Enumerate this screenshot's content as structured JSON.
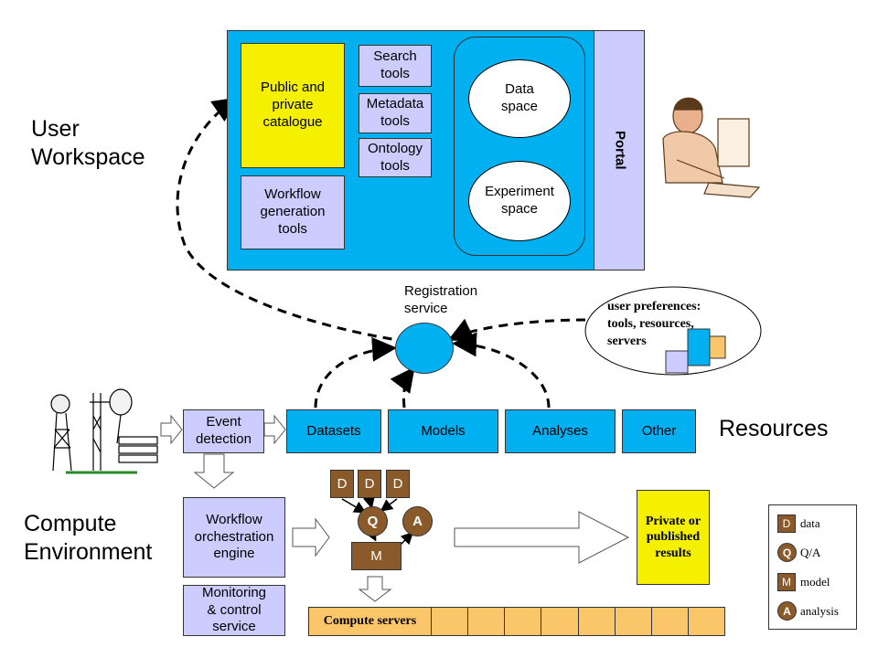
{
  "labels": {
    "user_workspace": "User\nWorkspace",
    "compute_environment": "Compute\nEnvironment",
    "resources": "Resources",
    "registration_service": "Registration\nservice",
    "portal": "Portal"
  },
  "workspace": {
    "catalogue": "Public and\nprivate\ncatalogue",
    "search_tools": "Search\ntools",
    "metadata_tools": "Metadata\ntools",
    "ontology_tools": "Ontology\ntools",
    "workflow_generation_tools": "Workflow\ngeneration\ntools",
    "data_space": "Data\nspace",
    "experiment_space": "Experiment\nspace"
  },
  "user_preferences": "user preferences:\ntools, resources,\nservers",
  "resources": {
    "event_detection": "Event\ndetection",
    "datasets": "Datasets",
    "models": "Models",
    "analyses": "Analyses",
    "other": "Other"
  },
  "compute": {
    "workflow_engine": "Workflow\norchestration\nengine",
    "monitoring": "Monitoring\n& control\nservice",
    "results": "Private or\npublished\nresults",
    "compute_servers": "Compute servers",
    "nodes": {
      "d": "D",
      "q": "Q",
      "a": "A",
      "m": "M"
    }
  },
  "legend": [
    {
      "symbol": "D",
      "label": "data"
    },
    {
      "symbol": "Q",
      "label": "Q/A"
    },
    {
      "symbol": "M",
      "label": "model"
    },
    {
      "symbol": "A",
      "label": "analysis"
    }
  ]
}
